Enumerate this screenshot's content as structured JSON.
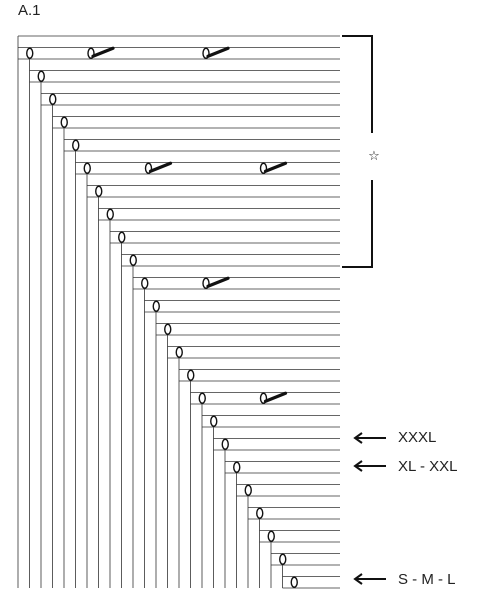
{
  "diagram": {
    "title": "A.1",
    "section_marker": "☆",
    "size_labels": [
      {
        "text": "XXXL"
      },
      {
        "text": "XL - XXL"
      },
      {
        "text": "S - M - L"
      }
    ],
    "grid": {
      "rows": 48,
      "columns": 28,
      "stitch_symbols": [
        "yarn-over",
        "decrease"
      ]
    },
    "colors": {
      "ink": "#111111",
      "grid_line": "#333333"
    }
  }
}
